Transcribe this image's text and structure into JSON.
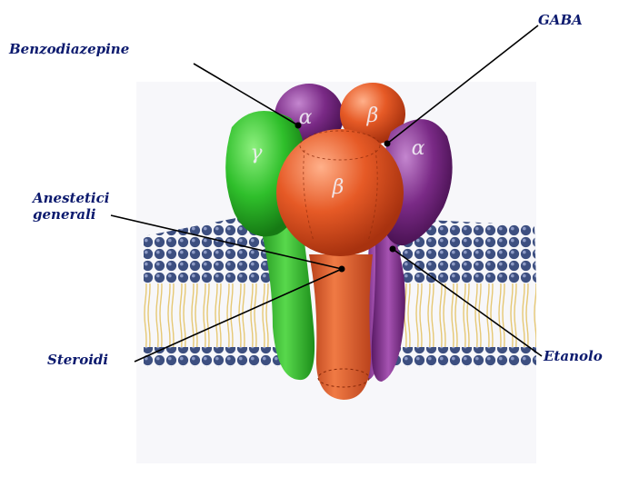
{
  "labels": {
    "benzodiazepine": "Benzodiazepine",
    "gaba": "GABA",
    "anestetici_line1": "Anestetici",
    "anestetici_line2": "generali",
    "steroidi": "Steroidi",
    "etanolo": "Etanolo"
  },
  "subunits": {
    "alpha_left": "α",
    "beta_back": "β",
    "gamma": "γ",
    "alpha_right": "α",
    "beta_front": "β"
  },
  "colors": {
    "label_text": "#0c1a6e",
    "gamma": "#2fbf2b",
    "alpha": "#7a2a86",
    "beta": "#e65a26",
    "lipid_head": "#3d4f80",
    "lipid_tail": "#e6c874",
    "pointer": "#000000"
  }
}
